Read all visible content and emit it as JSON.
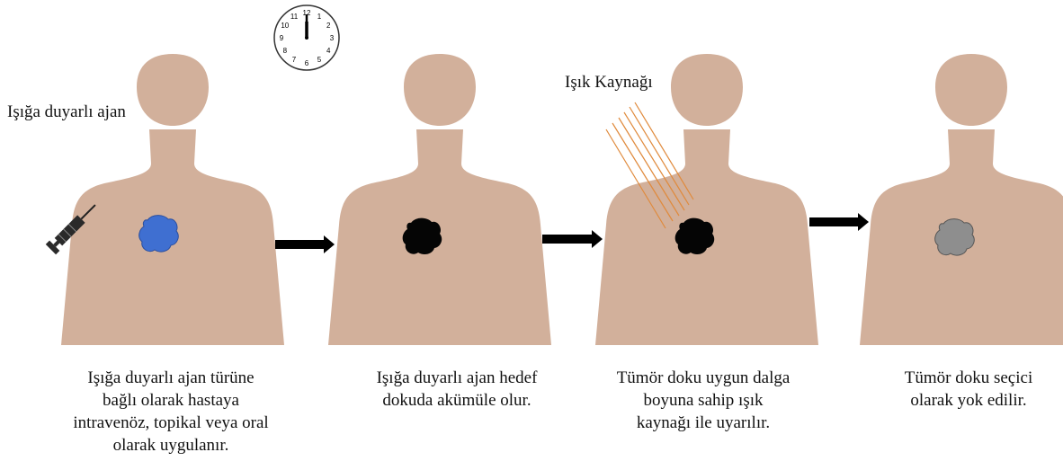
{
  "labels": {
    "agent": "Işığa duyarlı ajan",
    "light_source": "Işık Kaynağı"
  },
  "clock_numbers": [
    "12",
    "1",
    "2",
    "3",
    "4",
    "5",
    "6",
    "7",
    "8",
    "9",
    "10",
    "11"
  ],
  "steps": [
    {
      "caption": "Işığa duyarlı ajan türüne\nbağlı olarak hastaya\nintravenöz, topikal veya oral\nolarak uygulanır.",
      "tumor_state": "blue"
    },
    {
      "caption": "Işığa duyarlı ajan hedef\ndokuda akümüle olur.",
      "tumor_state": "black"
    },
    {
      "caption": "Tümör doku uygun dalga\nboyuna sahip ışık\nkaynağı ile uyarılır.",
      "tumor_state": "black"
    },
    {
      "caption": "Tümör doku seçici\nolarak yok edilir.",
      "tumor_state": "gray"
    }
  ],
  "colors": {
    "skin": "#d2b09b",
    "tumor_blue": "#3f6fd1",
    "tumor_black": "#050505",
    "tumor_gray": "#8e8e8e",
    "light_rays": "#e08a3c",
    "arrow": "#000000"
  },
  "icons": [
    "syringe-icon",
    "clock-icon",
    "arrow-right-icon"
  ]
}
